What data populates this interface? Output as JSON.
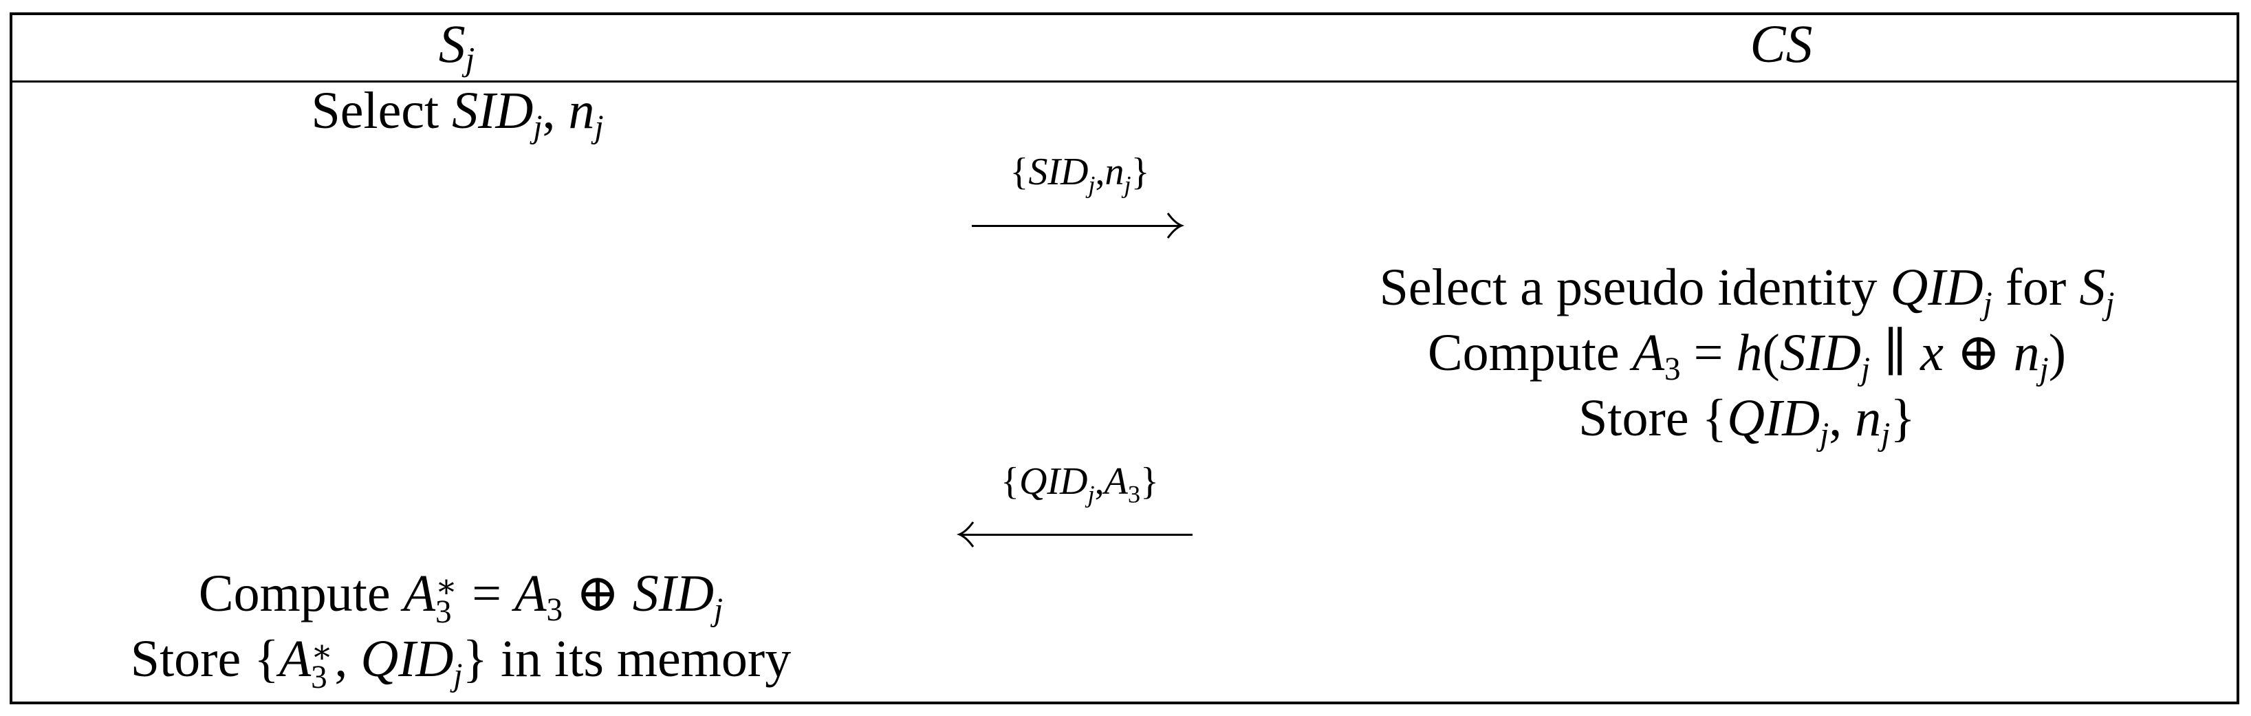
{
  "header": {
    "left_party": "S",
    "left_party_sub": "j",
    "right_party": "CS"
  },
  "steps": {
    "sensor_select": {
      "prefix": "Select ",
      "v1": "SID",
      "v1_sub": "j",
      "sep": ", ",
      "v2": "n",
      "v2_sub": "j"
    },
    "msg1": {
      "open": "{",
      "a": "SID",
      "a_sub": "j",
      "sep": ",",
      "b": "n",
      "b_sub": "j",
      "close": "}",
      "direction": "right"
    },
    "server_line1": {
      "prefix": "Select a pseudo identity ",
      "v": "QID",
      "v_sub": "j",
      "mid": " for ",
      "w": "S",
      "w_sub": "j"
    },
    "server_line2": {
      "prefix": "Compute ",
      "lhs": "A",
      "lhs_sub": "3",
      "eq": " = ",
      "h": "h",
      "open": "(",
      "a": "SID",
      "a_sub": "j",
      "concat": " ∥ ",
      "x": "x",
      "xor": " ⊕ ",
      "n": "n",
      "n_sub": "j",
      "close": ")"
    },
    "server_line3": {
      "prefix": "Store ",
      "open": "{",
      "a": "QID",
      "a_sub": "j",
      "sep": ", ",
      "b": "n",
      "b_sub": "j",
      "close": "}"
    },
    "msg2": {
      "open": "{",
      "a": "QID",
      "a_sub": "j",
      "sep": ",",
      "b": "A",
      "b_sub": "3",
      "close": "}",
      "direction": "left"
    },
    "sensor_line1": {
      "prefix": "Compute ",
      "lhs": "A",
      "lhs_sup": "∗",
      "lhs_sub": "3",
      "eq": " = ",
      "a": "A",
      "a_sub": "3",
      "xor": " ⊕ ",
      "b": "SID",
      "b_sub": "j"
    },
    "sensor_line2": {
      "prefix": "Store ",
      "open": "{",
      "a": "A",
      "a_sup": "∗",
      "a_sub": "3",
      "sep": ", ",
      "b": "QID",
      "b_sub": "j",
      "close": "}",
      "suffix": " in its memory"
    }
  }
}
